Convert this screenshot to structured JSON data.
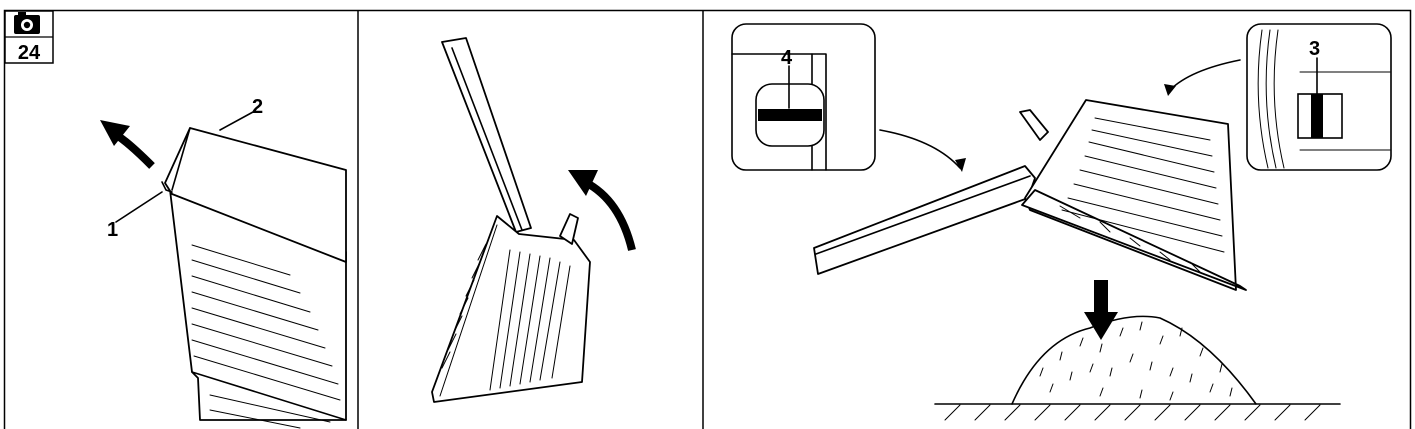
{
  "figure": {
    "number": "24",
    "icon": "camera-icon"
  },
  "panel1": {
    "labels": {
      "lever": "1",
      "cover": "2"
    }
  },
  "panel3": {
    "labels": {
      "left_detail": "4",
      "right_detail": "3"
    }
  },
  "colors": {
    "ink": "#000000",
    "paper": "#ffffff"
  }
}
